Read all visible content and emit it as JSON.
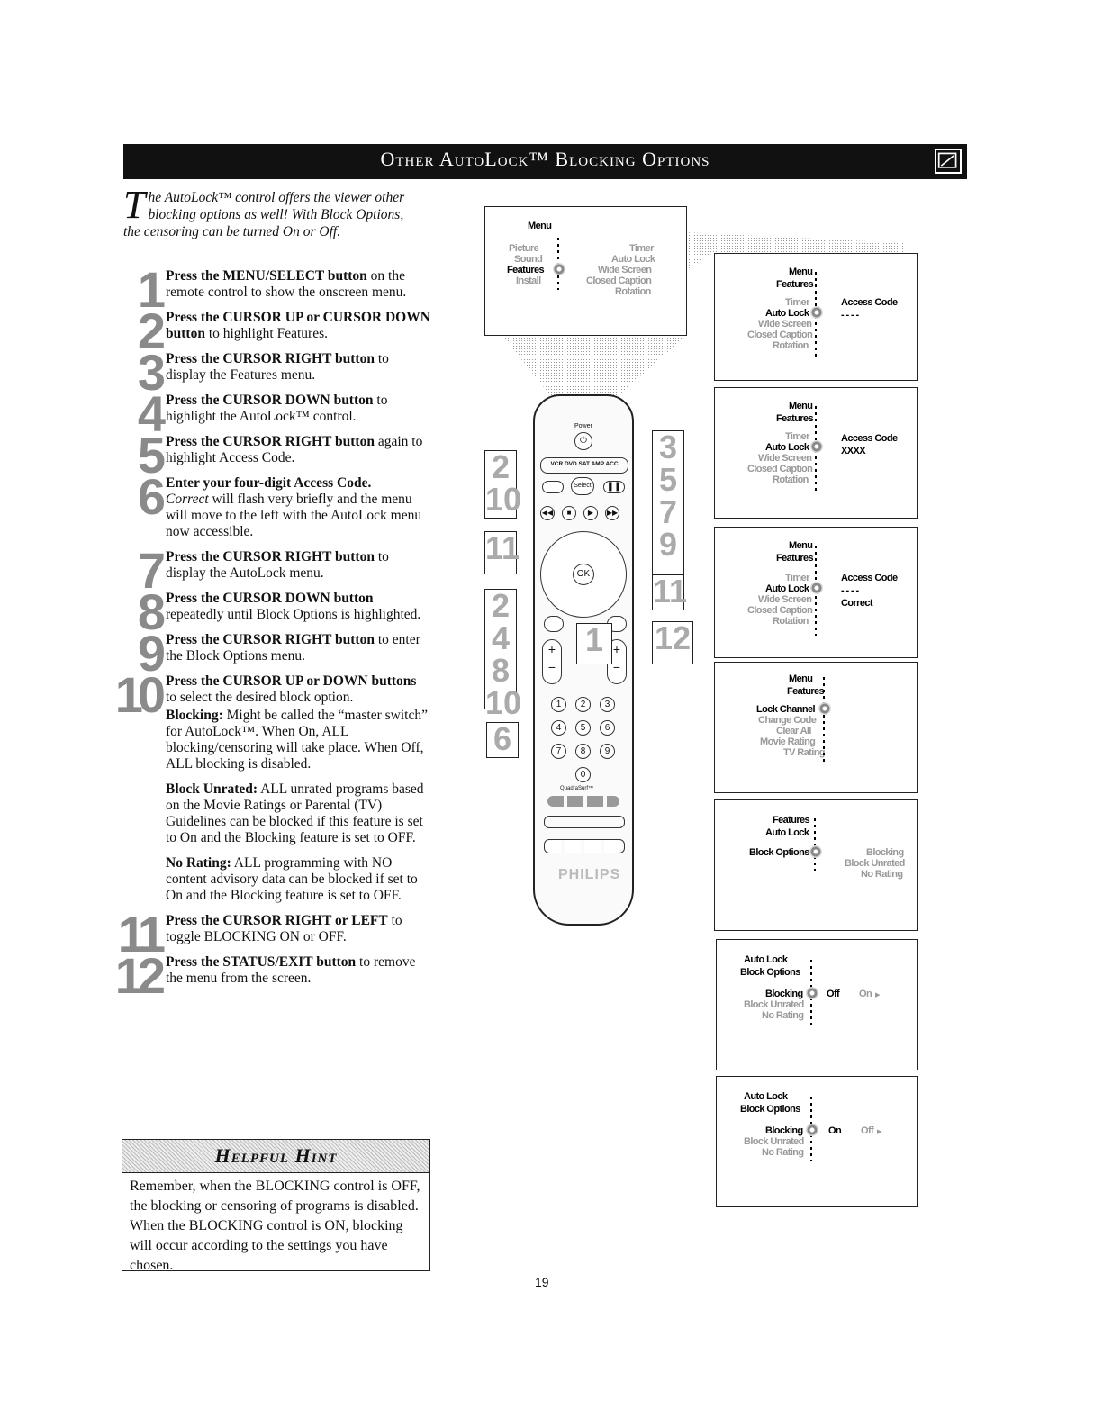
{
  "header": {
    "title": "Other AutoLock™ Blocking Options"
  },
  "intro": {
    "dropcap": "T",
    "text": "he AutoLock™ control offers the viewer other blocking options as well! With Block Options, the censoring can be turned On or Off."
  },
  "steps": [
    {
      "num": "1",
      "bold": "Press the MENU/SELECT button",
      "rest": " on the remote control to show the onscreen menu."
    },
    {
      "num": "2",
      "bold": "Press the CURSOR UP or CURSOR DOWN button",
      "rest": " to highlight Features."
    },
    {
      "num": "3",
      "bold": "Press the CURSOR RIGHT button",
      "rest": " to display the Features menu."
    },
    {
      "num": "4",
      "bold": "Press the CURSOR DOWN button",
      "rest": " to highlight the AutoLock™ control."
    },
    {
      "num": "5",
      "bold": "Press the CURSOR RIGHT button",
      "rest": " again to highlight Access Code."
    },
    {
      "num": "6",
      "bold": "Enter your four-digit Access Code.",
      "italic": "Correct",
      "rest": " will flash very briefly and the menu will move to the left with the AutoLock menu now accessible."
    },
    {
      "num": "7",
      "bold": "Press the CURSOR RIGHT button",
      "rest": " to display the AutoLock menu."
    },
    {
      "num": "8",
      "bold": "Press the CURSOR DOWN button",
      "rest": " repeatedly until Block Options is highlighted."
    },
    {
      "num": "9",
      "bold": "Press the CURSOR RIGHT button",
      "rest": " to enter the Block Options menu."
    },
    {
      "num": "10",
      "bold": "Press the CURSOR UP or DOWN buttons",
      "rest": " to select the desired block option."
    },
    {
      "num": "11",
      "bold": "Press the CURSOR RIGHT or LEFT",
      "rest": " to toggle BLOCKING ON or OFF."
    },
    {
      "num": "12",
      "bold": "Press the STATUS/EXIT button",
      "rest": " to remove the menu from the screen."
    }
  ],
  "step10_details": [
    {
      "term": "Blocking:",
      "text": " Might be called the “master switch” for AutoLock™. When On, ALL blocking/censoring will take place. When Off, ALL blocking is disabled."
    },
    {
      "term": "Block Unrated:",
      "text": " ALL unrated programs based on the Movie Ratings or Parental (TV) Guidelines can be blocked if this feature is set to On and the Blocking feature is set to OFF."
    },
    {
      "term": "No Rating:",
      "text": " ALL programming with NO content advisory data can be blocked if set to On and the Blocking feature is set to OFF."
    }
  ],
  "hint": {
    "title": "Helpful Hint",
    "text": "Remember, when the BLOCKING control is OFF, the blocking or censoring of programs is disabled. When the BLOCKING control is ON, blocking will occur according to the settings you have chosen."
  },
  "page_number": "19",
  "screens": {
    "s0": {
      "menu": "Menu",
      "left": [
        "Picture",
        "Sound",
        "Features",
        "Install"
      ],
      "right": [
        "Timer",
        "Auto Lock",
        "Wide Screen",
        "Closed Caption",
        "Rotation"
      ]
    },
    "s1": {
      "menu": "Menu",
      "features": "Features",
      "items": [
        "Timer",
        "Auto Lock",
        "Wide Screen",
        "Closed Caption",
        "Rotation"
      ],
      "access": "Access Code",
      "code": "- - - -"
    },
    "s2": {
      "menu": "Menu",
      "features": "Features",
      "items": [
        "Timer",
        "Auto Lock",
        "Wide Screen",
        "Closed Caption",
        "Rotation"
      ],
      "access": "Access Code",
      "code": "XXXX"
    },
    "s3": {
      "menu": "Menu",
      "features": "Features",
      "items": [
        "Timer",
        "Auto Lock",
        "Wide Screen",
        "Closed Caption",
        "Rotation"
      ],
      "access": "Access Code",
      "code": "- - - -",
      "correct": "Correct"
    },
    "s4": {
      "menu": "Menu",
      "features": "Features",
      "items": [
        "Lock Channel",
        "Change Code",
        "Clear All",
        "Movie Rating",
        "TV Rating"
      ]
    },
    "s5": {
      "features": "Features",
      "autolock": "Auto Lock",
      "block": "Block Options",
      "right": [
        "Blocking",
        "Block Unrated",
        "No Rating"
      ]
    },
    "s6": {
      "autolock": "Auto Lock",
      "block": "Block Options",
      "items": [
        "Blocking",
        "Block Unrated",
        "No Rating"
      ],
      "val": "Off",
      "alt": "On"
    },
    "s7": {
      "autolock": "Auto Lock",
      "block": "Block Options",
      "items": [
        "Blocking",
        "Block Unrated",
        "No Rating"
      ],
      "val": "On",
      "alt": "Off"
    }
  },
  "remote": {
    "power": "Power",
    "modes": "VCR DVD SAT AMP ACC",
    "select": "Select",
    "ok": "OK",
    "brand": "PHILIPS",
    "quadra": "QuadraSurf™",
    "callouts_left": [
      "2",
      "10",
      "11",
      "2",
      "4",
      "8",
      "10",
      "6"
    ],
    "callouts_right": [
      "3",
      "5",
      "7",
      "9",
      "11",
      "12",
      "1"
    ],
    "keypad": [
      "1",
      "2",
      "3",
      "4",
      "5",
      "6",
      "7",
      "8",
      "9",
      "0"
    ]
  }
}
